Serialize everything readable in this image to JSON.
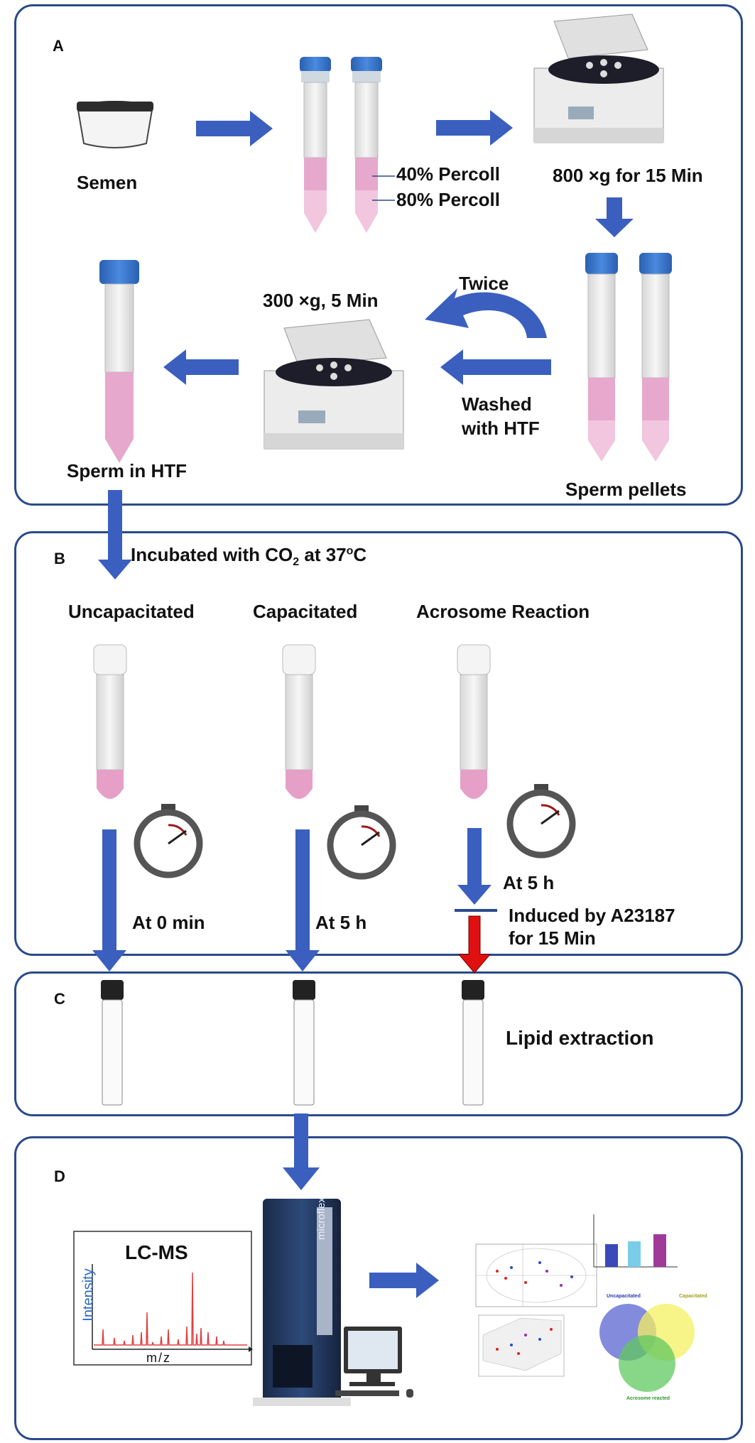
{
  "panelA": {
    "letter": "A",
    "semen": "Semen",
    "percoll40": "40% Percoll",
    "percoll80": "80% Percoll",
    "centrifuge1": "800 ×g for 15 Min",
    "centrifuge2": "300 ×g, 5 Min",
    "twice": "Twice",
    "washed1": "Washed",
    "washed2": "with HTF",
    "pellets": "Sperm pellets",
    "sperm_htf": "Sperm in HTF"
  },
  "panelB": {
    "letter": "B",
    "incubated_pre": "Incubated  with CO",
    "incubated_sub": "2",
    "incubated_mid": " at 37",
    "incubated_sup": "o",
    "incubated_post": "C",
    "uncap": "Uncapacitated",
    "cap": "Capacitated",
    "acro": "Acrosome Reaction",
    "t0": "At 0 min",
    "t5a": "At 5 h",
    "t5b": "At 5 h",
    "induced1": "Induced by A23187",
    "induced2": "for 15 Min"
  },
  "panelC": {
    "letter": "C",
    "lipid": "Lipid extraction"
  },
  "panelD": {
    "letter": "D",
    "lcms": "LC-MS",
    "intensity": "Intensity",
    "mz": "m/z",
    "instrument": "microflex",
    "venn_uncap": "Uncapacitated",
    "venn_cap": "Capacitated",
    "venn_acro": "Acrosome reacted"
  },
  "colors": {
    "panel_border": "#2a4a8c",
    "arrow_blue": "#3a5fbf",
    "arrow_red": "#e01010",
    "pink": "#e8a0c8",
    "cap_blue": "#3a72c8"
  }
}
